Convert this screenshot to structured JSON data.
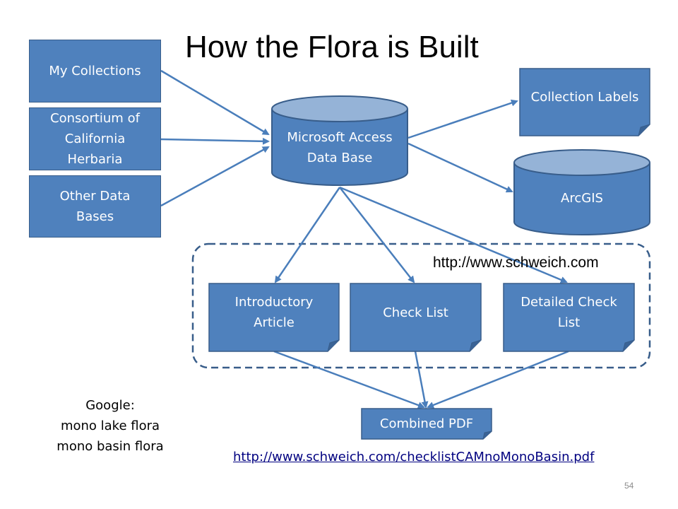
{
  "title": "How the Flora is Built",
  "sources": {
    "my_collections": "My Collections",
    "consortium": "Consortium of\nCalifornia\nHerbaria",
    "other_db": "Other Data\nBases"
  },
  "database": "Microsoft Access\nData Base",
  "outputs": {
    "collection_labels": "Collection Labels",
    "arcgis": "ArcGIS"
  },
  "website": {
    "url": "http://www.schweich.com",
    "introductory": "Introductory\nArticle",
    "check_list": "Check List",
    "detailed": "Detailed Check\nList"
  },
  "combined_pdf": "Combined PDF",
  "google_note": "Google:\nmono lake flora\nmono basin flora",
  "pdf_link": "http://www.schweich.com/checklistCAMnoMonoBasin.pdf",
  "slide_number": "54",
  "colors": {
    "box_fill": "#4f81bd",
    "box_border": "#385d8a",
    "connector": "#4a7ebb",
    "link": "#000080"
  }
}
